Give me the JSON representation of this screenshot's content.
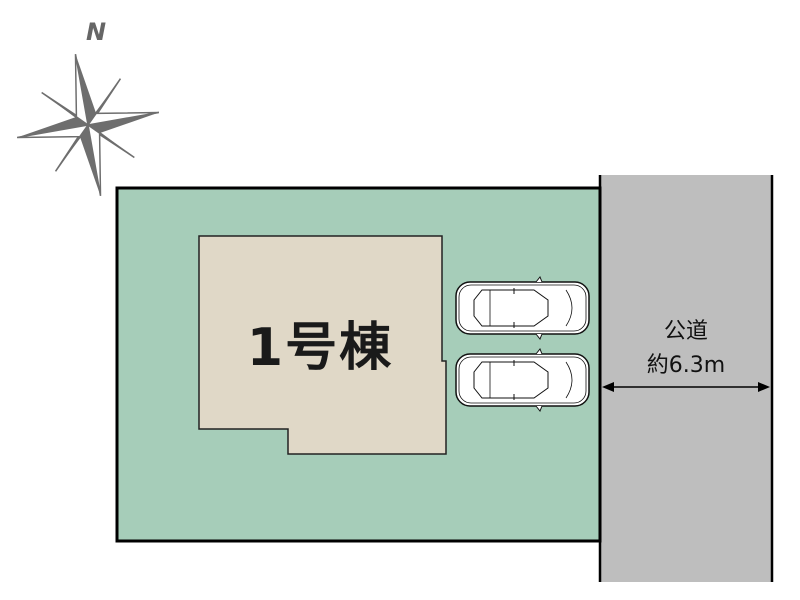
{
  "compass": {
    "north_label": "N",
    "icon": "compass-rose-icon"
  },
  "lot": {
    "fill": "#a6cdb9",
    "border": "#000000"
  },
  "building": {
    "label": "1号棟",
    "fill": "#e0d8c7"
  },
  "parking": {
    "count": 2,
    "icon": "car-icon"
  },
  "road": {
    "name": "公道",
    "width_label": "約6.3m",
    "fill": "#bebebe"
  },
  "colors": {
    "compass": "#6e6e6e",
    "background": "#ffffff"
  }
}
